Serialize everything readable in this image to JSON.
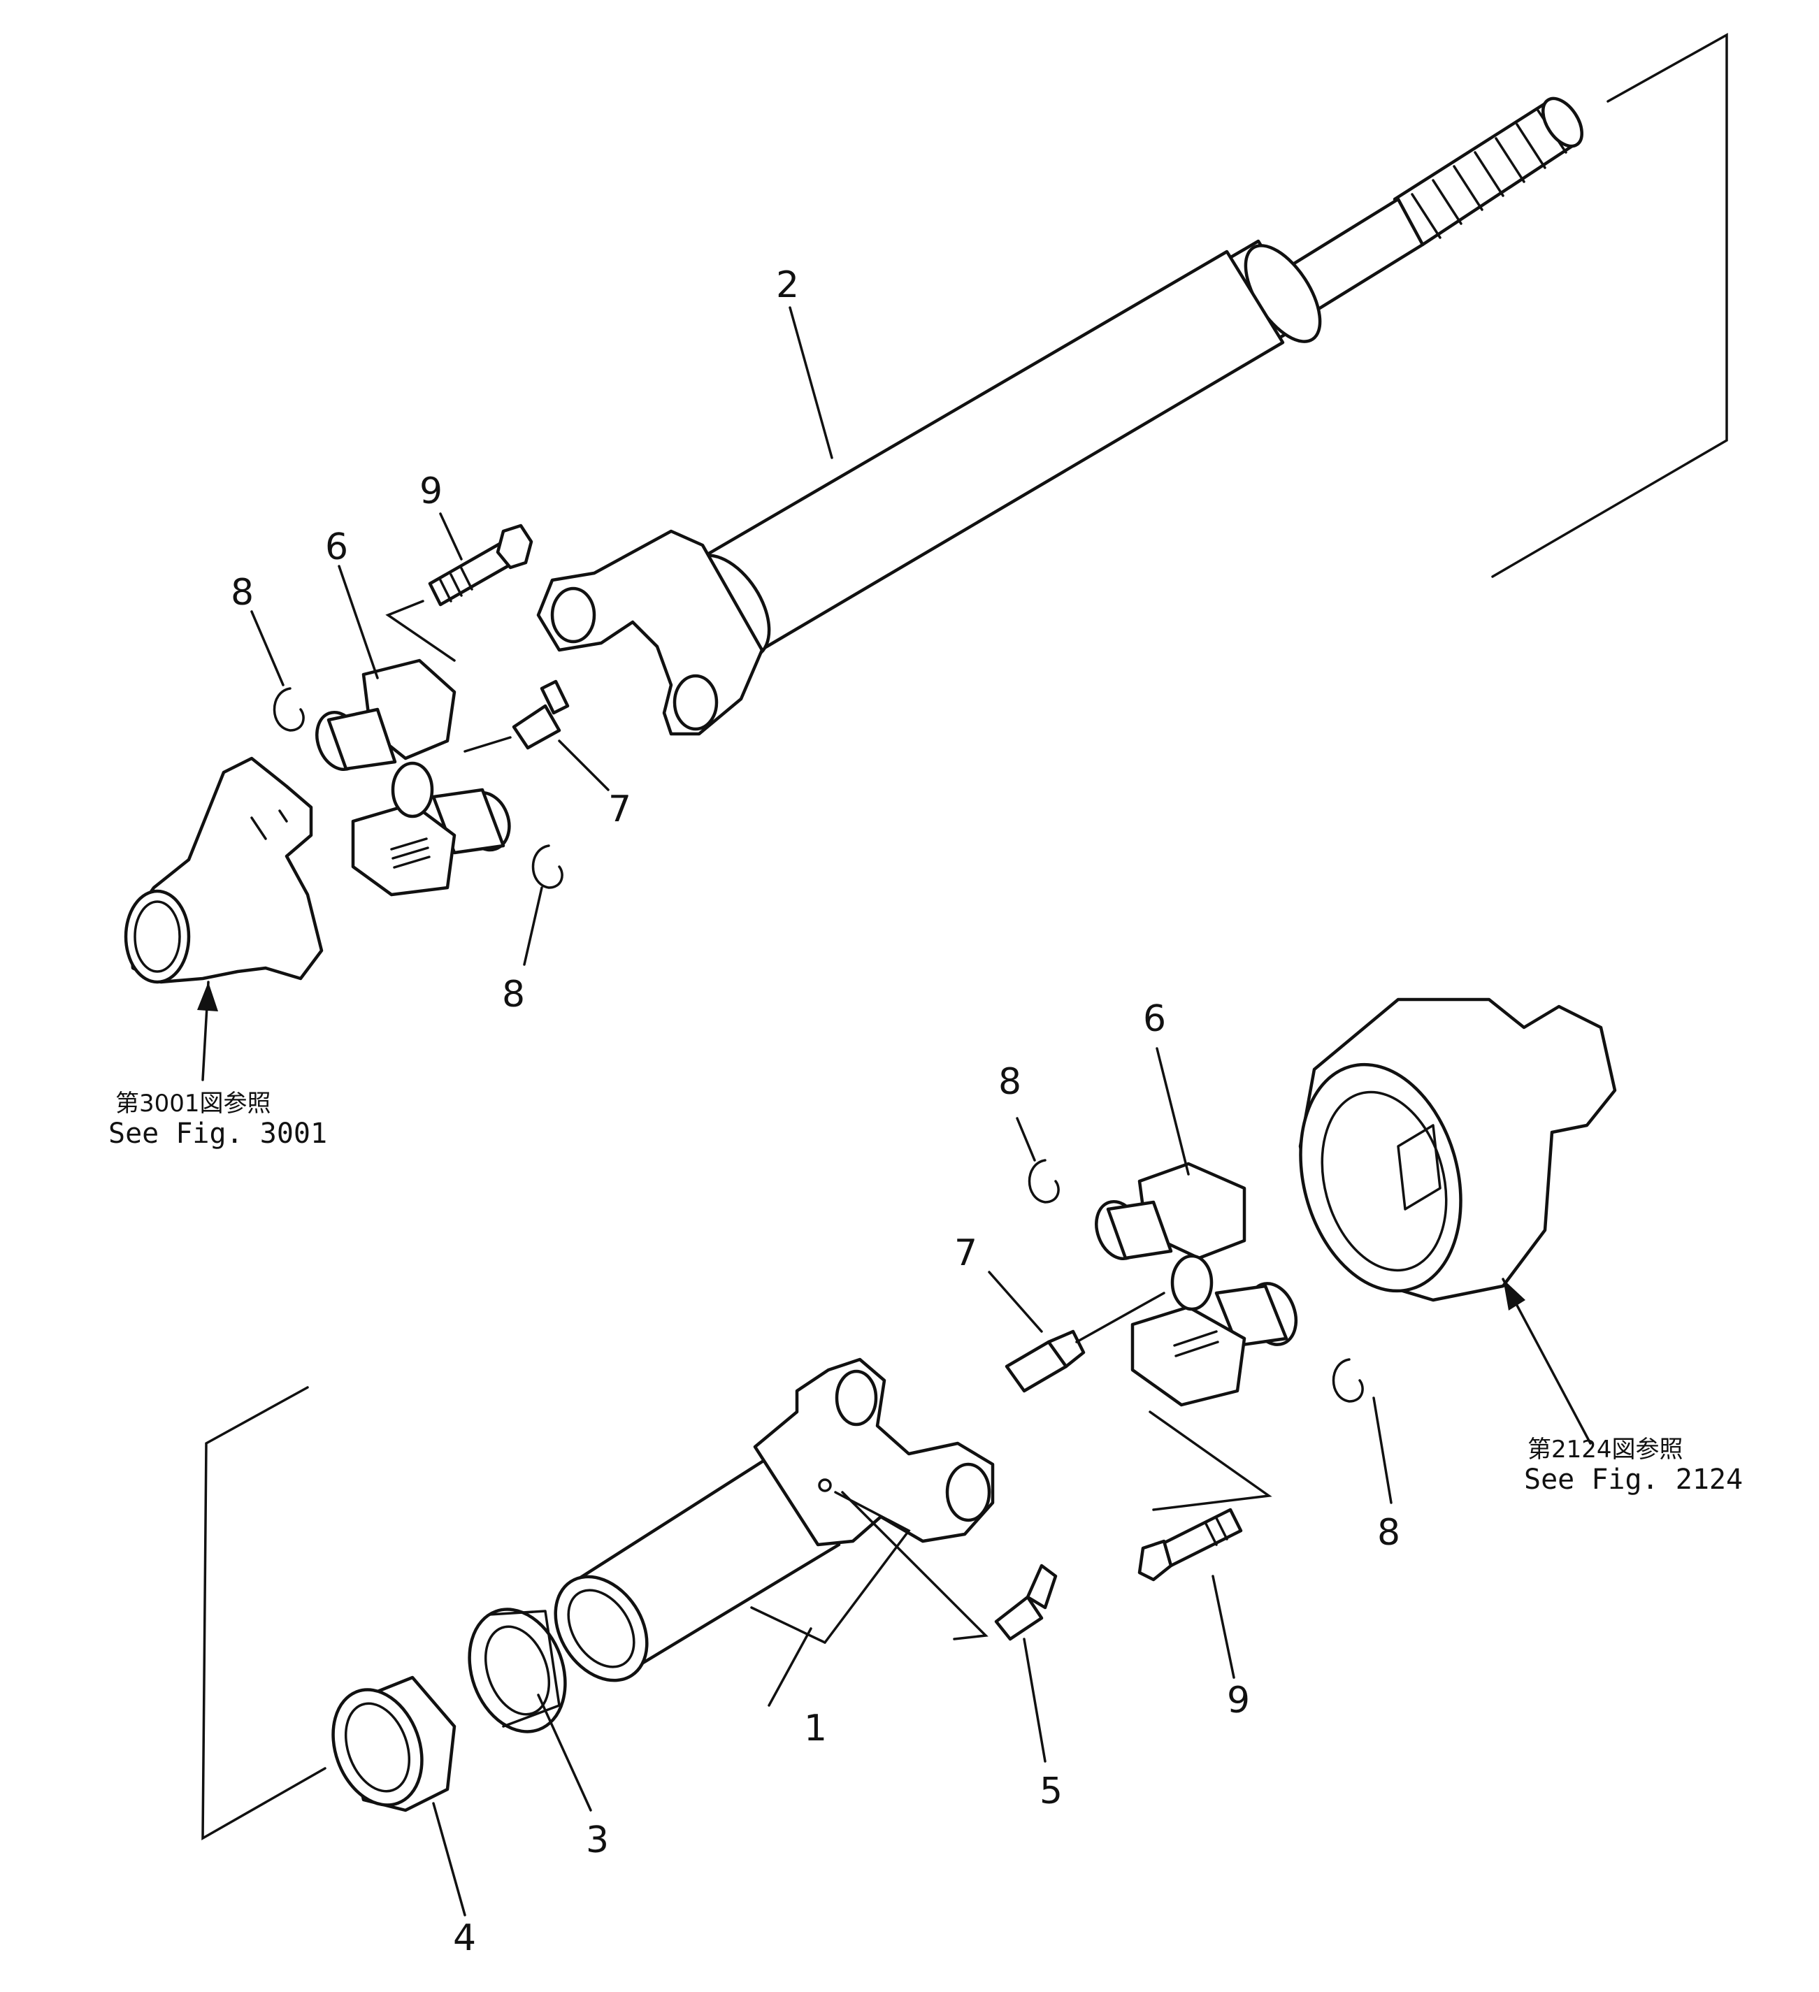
{
  "callouts": {
    "c2": "2",
    "c9a": "9",
    "c6a": "6",
    "c8a": "8",
    "c7a": "7",
    "c8b": "8",
    "c6b": "6",
    "c8c": "8",
    "c7b": "7",
    "c8d": "8",
    "c1": "1",
    "c5": "5",
    "c9b": "9",
    "c3": "3",
    "c4": "4"
  },
  "references": {
    "ref3001": {
      "jp": "第3001図参照",
      "en": "See Fig. 3001"
    },
    "ref2124": {
      "jp": "第2124図参照",
      "en": "See Fig. 2124"
    }
  }
}
